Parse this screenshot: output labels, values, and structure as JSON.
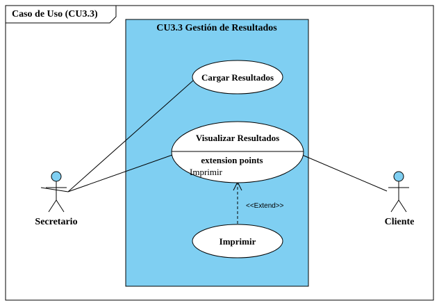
{
  "frame": {
    "title": "Caso de Uso (CU3.3)"
  },
  "system": {
    "title": "CU3.3 Gestión de Resultados",
    "fill_color": "#7fcff2"
  },
  "use_cases": {
    "cargar": {
      "label": "Cargar Resultados"
    },
    "visualizar": {
      "label": "Visualizar Resultados",
      "extension_header": "extension points",
      "extension_point": "Imprimir"
    },
    "imprimir": {
      "label": "Imprimir"
    }
  },
  "actors": {
    "secretario": {
      "name": "Secretario",
      "head_color": "#7fcff2"
    },
    "cliente": {
      "name": "Cliente",
      "head_color": "#7fcff2"
    }
  },
  "relations": {
    "extend_label": "<<Extend>>"
  }
}
